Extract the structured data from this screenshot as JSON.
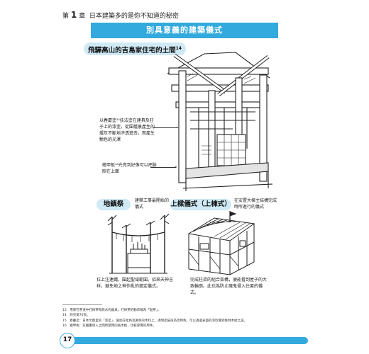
{
  "header": {
    "chapter_prefix": "第",
    "chapter_num": "1",
    "chapter_suffix": "章",
    "title": "日本建築多的是你不知道的秘密"
  },
  "banner": "別具意義的建築儀式",
  "section1": {
    "title": "飛驒高山的吉島家住宅的土間",
    "title_sup": "14",
    "note_lime": "以春慶塗¹⁵技法塗在建具及柱子上的漆塗，從圍爐裏產生的爐灰不斷地滲透進去，而產生黝色的光澤",
    "note_board": "繪甲板¹⁶光亮到好像可以把臉映在上面"
  },
  "section2": {
    "tag": "地鎮祭",
    "note_top": "建築工事最開始的儀式",
    "note_bottom": "拉上注連繩，圍起聖域範圍。招來天神吉祥，避免地之神作亂的鎮定儀式。"
  },
  "section3": {
    "tag": "上樑儀式（上棟式）",
    "note_top": "在安置大樑主結構完成時所進行的儀式",
    "note_bottom": "完成柱梁的組合架構，便能看到屋子的大致輪廓。此也為防止魔鬼侵入住屋的儀式。"
  },
  "footnotes": [
    "13　用來在茶道中打抹茶和熱水的器具，打抹茶的動作稱為「點茶」。",
    "14　詳見第70頁。",
    "15　春慶塗：日本文歷里的「漆塗」，施加在松色及黃色的木料上，透明塗裝再為高特色，可以透過表面的漆欣賞到柱林木紋之美。",
    "16　繪甲板：在繪畫導入之間所使用的長木板，比較厚實的用件。"
  ],
  "page_number": "17"
}
